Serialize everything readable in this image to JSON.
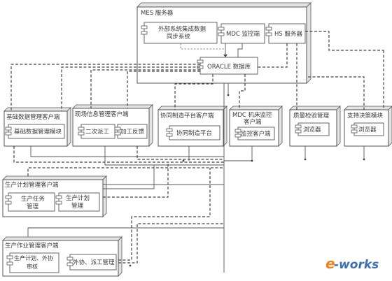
{
  "server": {
    "title": "MES 服务器",
    "ext_system_line1": "外部系统集成数据",
    "ext_system_line2": "同步系统",
    "mdc_monitor": "MDC 监控端",
    "hs_server": "HS 服务器",
    "oracle_db": "ORACLE 数据库"
  },
  "clients": {
    "basic_data": {
      "title": "基础数据管理客户端",
      "module": "基础数据管理模块"
    },
    "site_info": {
      "title": "现场信息管理客户端",
      "dispatch": "二次派工",
      "feedback": "加工反馈"
    },
    "collab": {
      "title": "协同制造平台客户端",
      "module": "协同制造平台"
    },
    "mdc_client": {
      "title_line1": "MDC 机床监控",
      "title_line2": "客户端",
      "module": "监控客户端"
    },
    "quality": {
      "title": "质量检验管理",
      "module": "浏览器"
    },
    "decision": {
      "title": "支持决策模块",
      "module": "浏览器"
    },
    "plan": {
      "title": "生产计划管理客户端",
      "task_line1": "生产任务",
      "task_line2": "管理",
      "plan_line1": "生产计划",
      "plan_line2": "管理"
    },
    "ops": {
      "title": "生产作业管理客户端",
      "outsrc_line1": "生产计划、外协",
      "outsrc_line2": "审核",
      "dispatch": "外协、派工管理"
    }
  },
  "watermark": {
    "e": "e",
    "rest": "-works"
  }
}
